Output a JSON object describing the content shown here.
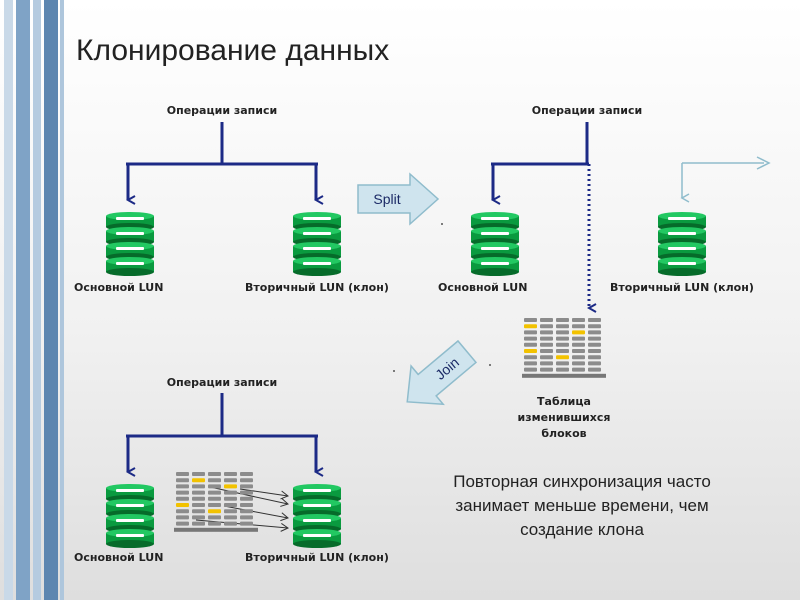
{
  "title": "Клонирование данных",
  "labels": {
    "write_ops": "Операции записи",
    "primary_lun": "Основной LUN",
    "secondary_lun": "Вторичный LUN  (клон)",
    "split": "Split",
    "join": "Join",
    "changed_table": [
      "Таблица",
      "изменившихся",
      "блоков"
    ]
  },
  "note": "Повторная синхронизация часто занимает меньше времени, чем создание клона",
  "colors": {
    "db_green": "#0a9a3f",
    "db_dark": "#066b2a",
    "flow_blue": "#1c2a86",
    "arrow_fill": "#cfe4ee",
    "arrow_stroke": "#8fbccc",
    "block_grey": "#8c8c8c",
    "block_yellow": "#f2c200",
    "stripe_light": "#aec6dc",
    "stripe_dark": "#5d86b0"
  }
}
